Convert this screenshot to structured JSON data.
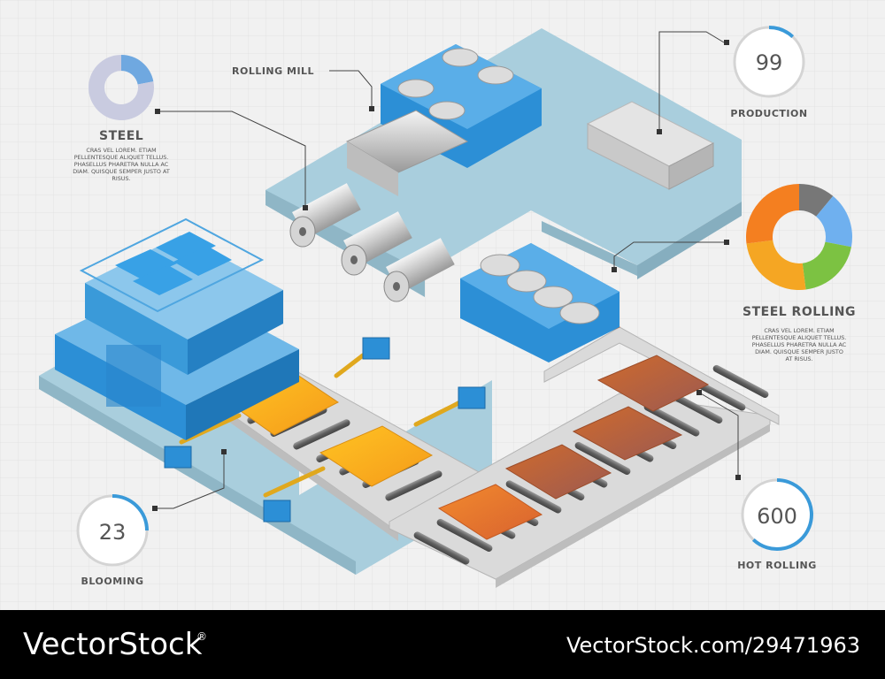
{
  "labels": {
    "steel": "STEEL",
    "rolling_mill": "ROLLING MILL",
    "production": "PRODUCTION",
    "steel_rolling": "STEEL ROLLING",
    "blooming": "BLOOMING",
    "hot_rolling": "HOT ROLLING"
  },
  "descriptions": {
    "steel": [
      "CRAS VEL LOREM. ETIAM",
      "PELLENTESQUE ALIQUET TELLUS.",
      "PHASELLUS PHARETRA NULLA AC",
      "DIAM. QUISQUE SEMPER JUSTO AT",
      "RISUS."
    ],
    "steel_rolling": [
      "CRAS VEL LOREM. ETIAM",
      "PELLENTESQUE ALIQUET TELLUS.",
      "PHASELLUS PHARETRA NULLA AC",
      "DIAM. QUISQUE SEMPER JUSTO",
      "AT RISUS."
    ]
  },
  "gauges": {
    "production": {
      "value": "99",
      "fraction": 0.12
    },
    "blooming": {
      "value": "23",
      "fraction": 0.25
    },
    "hot_rolling": {
      "value": "600",
      "fraction": 0.62
    }
  },
  "donut_steel": {
    "fraction": 0.22,
    "colors": [
      "#6fa8e0",
      "#c9cbe0"
    ]
  },
  "donut_steel_rolling": {
    "segments": [
      {
        "value": 0.11,
        "color": "#777777"
      },
      {
        "value": 0.17,
        "color": "#6fb0ef"
      },
      {
        "value": 0.2,
        "color": "#7cc242"
      },
      {
        "value": 0.25,
        "color": "#f5a623"
      },
      {
        "value": 0.27,
        "color": "#f47f20"
      }
    ]
  },
  "colors": {
    "background": "#f1f1f1",
    "platform": "#a9cedd",
    "machine_blue": "#2c8fd6",
    "gauge_blue": "#3a9ad9",
    "hot_steel": "#e8753a",
    "warm_steel": "#f5b21a",
    "rail_yellow": "#f3c533"
  },
  "watermark": {
    "brand": "VectorStock",
    "registered": "®",
    "url": "VectorStock.com/29471963"
  }
}
